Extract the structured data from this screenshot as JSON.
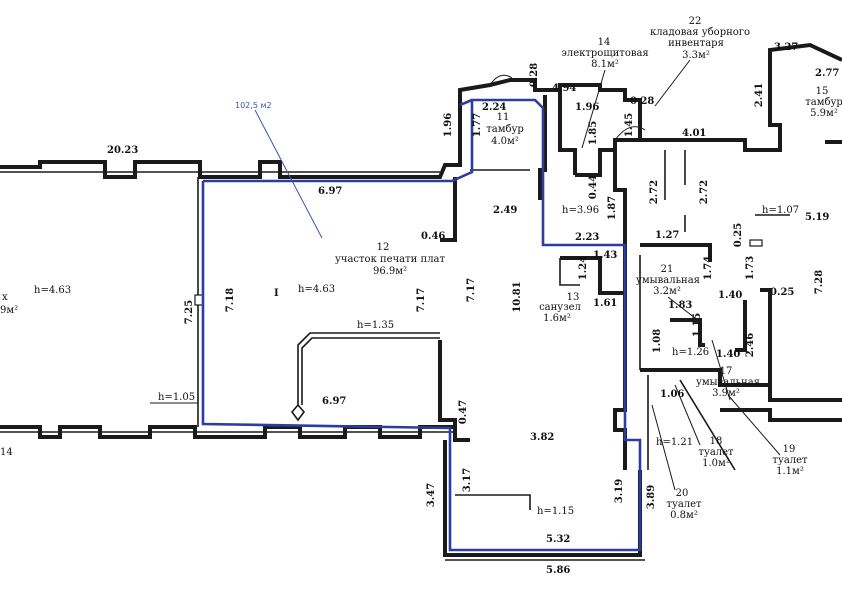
{
  "plan": {
    "highlight_color": "#2b3ea0",
    "annotation_color": "#3a55b8",
    "wall_color": "#1a1a1a",
    "annotation": "102,5 м2",
    "rooms": [
      {
        "id": "12",
        "name": "участок печати плат",
        "area": "96.9м²"
      },
      {
        "id": "11",
        "name": "тамбур",
        "area": "4.0м²"
      },
      {
        "id": "13",
        "name": "санузел",
        "area": "1.6м²"
      },
      {
        "id": "14",
        "name": "электрощитовая",
        "area": "8.1м²"
      },
      {
        "id": "22",
        "name": "кладовая уборного инвентаря",
        "name_line1": "кладовая уборного",
        "name_line2": "инвентаря",
        "area": "3.3м²"
      },
      {
        "id": "15",
        "name": "тамбур",
        "area": "5.9м²"
      },
      {
        "id": "21",
        "name": "умывальная",
        "area": "3.2м²"
      },
      {
        "id": "17",
        "name": "умывальная",
        "area": "3.9м²"
      },
      {
        "id": "18",
        "name": "туалет",
        "area": "1.0м²"
      },
      {
        "id": "19",
        "name": "туалет",
        "area": "1.1м²"
      },
      {
        "id": "20",
        "name": "туалет",
        "area": "0.8м²"
      }
    ],
    "left_room": {
      "partial_name": "х",
      "partial_area": "9м²",
      "height": "h=4.63",
      "bottom_label": "14"
    },
    "heights": [
      "h=4.63",
      "h=3.96",
      "h=1.35",
      "h=1.05",
      "h=1.07",
      "h=1.26",
      "h=1.21",
      "h=1.15"
    ],
    "dimensions": {
      "d20_23": "20.23",
      "d6_97_top": "6.97",
      "d6_97_bottom": "6.97",
      "d7_25": "7.25",
      "d7_18": "7.18",
      "d7_17a": "7.17",
      "d7_17b": "7.17",
      "d10_81": "10.81",
      "d0_46": "0.46",
      "d0_47": "0.47",
      "d2_49": "2.49",
      "d1_96a": "1.96",
      "d1_77": "1.77",
      "d2_24": "2.24",
      "d0_28a": "0.28",
      "d4_94": "4.94",
      "d1_96b": "1.96",
      "d0_28b": "0.28",
      "d1_85": "1.85",
      "d1_45": "1.45",
      "d4_01": "4.01",
      "d0_44": "0.44",
      "d1_87": "1.87",
      "d2_23": "2.23",
      "d1_43": "1.43",
      "d1_24": "1.24",
      "d1_61": "1.61",
      "d2_72a": "2.72",
      "d2_72b": "2.72",
      "d1_27": "1.27",
      "d1_74": "1.74",
      "d0_25a": "0.25",
      "d5_19": "5.19",
      "d7_28": "7.28",
      "d1_73": "1.73",
      "d0_25b": "0.25",
      "d1_83": "1.83",
      "d1_40a": "1.40",
      "d1_15": "1.15",
      "d1_08": "1.08",
      "d1_40b": "1.40",
      "d2_46": "2.46",
      "d1_06": "1.06",
      "d3_82": "3.82",
      "d3_47": "3.47",
      "d3_17": "3.17",
      "d3_19": "3.19",
      "d3_89": "3.89",
      "d5_32": "5.32",
      "d5_86": "5.86",
      "d3_27": "3.27",
      "d2_77": "2.77",
      "d2_41": "2.41"
    }
  }
}
